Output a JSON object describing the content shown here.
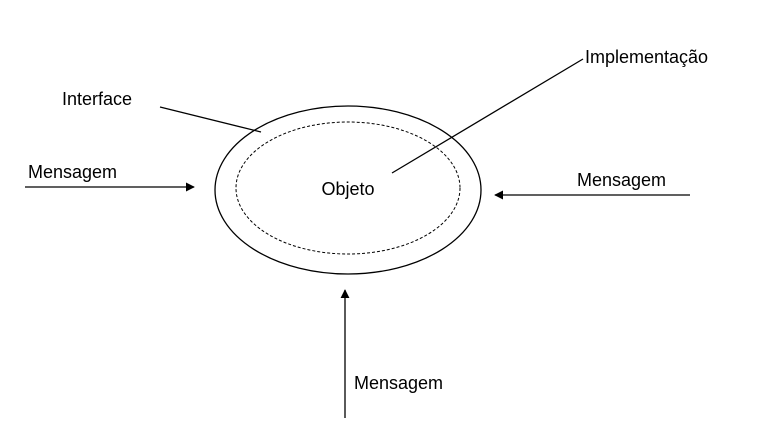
{
  "diagram": {
    "center_label": "Objeto",
    "interface_label": "Interface",
    "implementation_label": "Implementação",
    "message_left_label": "Mensagem",
    "message_right_label": "Mensagem",
    "message_bottom_label": "Mensagem"
  },
  "colors": {
    "stroke": "#000000",
    "background": "#ffffff"
  }
}
